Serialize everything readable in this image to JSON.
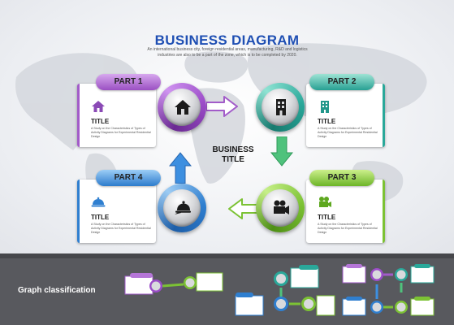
{
  "header": {
    "title": "BUSINESS DIAGRAM",
    "subtitle": "An international business city, foreign residential areas, manufacturing, R&D and logistics industries are also to be a part of the zone, which is to be completed by 2020."
  },
  "center": {
    "line1": "BUSINESS",
    "line2": "TITLE"
  },
  "parts": [
    {
      "tab": "PART 1",
      "title": "TITLE",
      "desc": "A Study on the Characteristics of Types of Activity Diagrams for Experimental Residential Design",
      "color": "#a25bc9",
      "icon": "home-icon"
    },
    {
      "tab": "PART 2",
      "title": "TITLE",
      "desc": "A Study on the Characteristics of Types of Activity Diagrams for Experimental Residential Design",
      "color": "#2aa89a",
      "icon": "building-icon"
    },
    {
      "tab": "PART 3",
      "title": "TITLE",
      "desc": "A Study on the Characteristics of Types of Activity Diagrams for Experimental Residential Design",
      "color": "#7cc234",
      "icon": "video-camera-icon"
    },
    {
      "tab": "PART 4",
      "title": "TITLE",
      "desc": "A Study on the Characteristics of Types of Activity Diagrams for Experimental Residential Design",
      "color": "#2f7fd0",
      "icon": "food-cloche-icon"
    }
  ],
  "footer": {
    "label": "Graph classification"
  }
}
